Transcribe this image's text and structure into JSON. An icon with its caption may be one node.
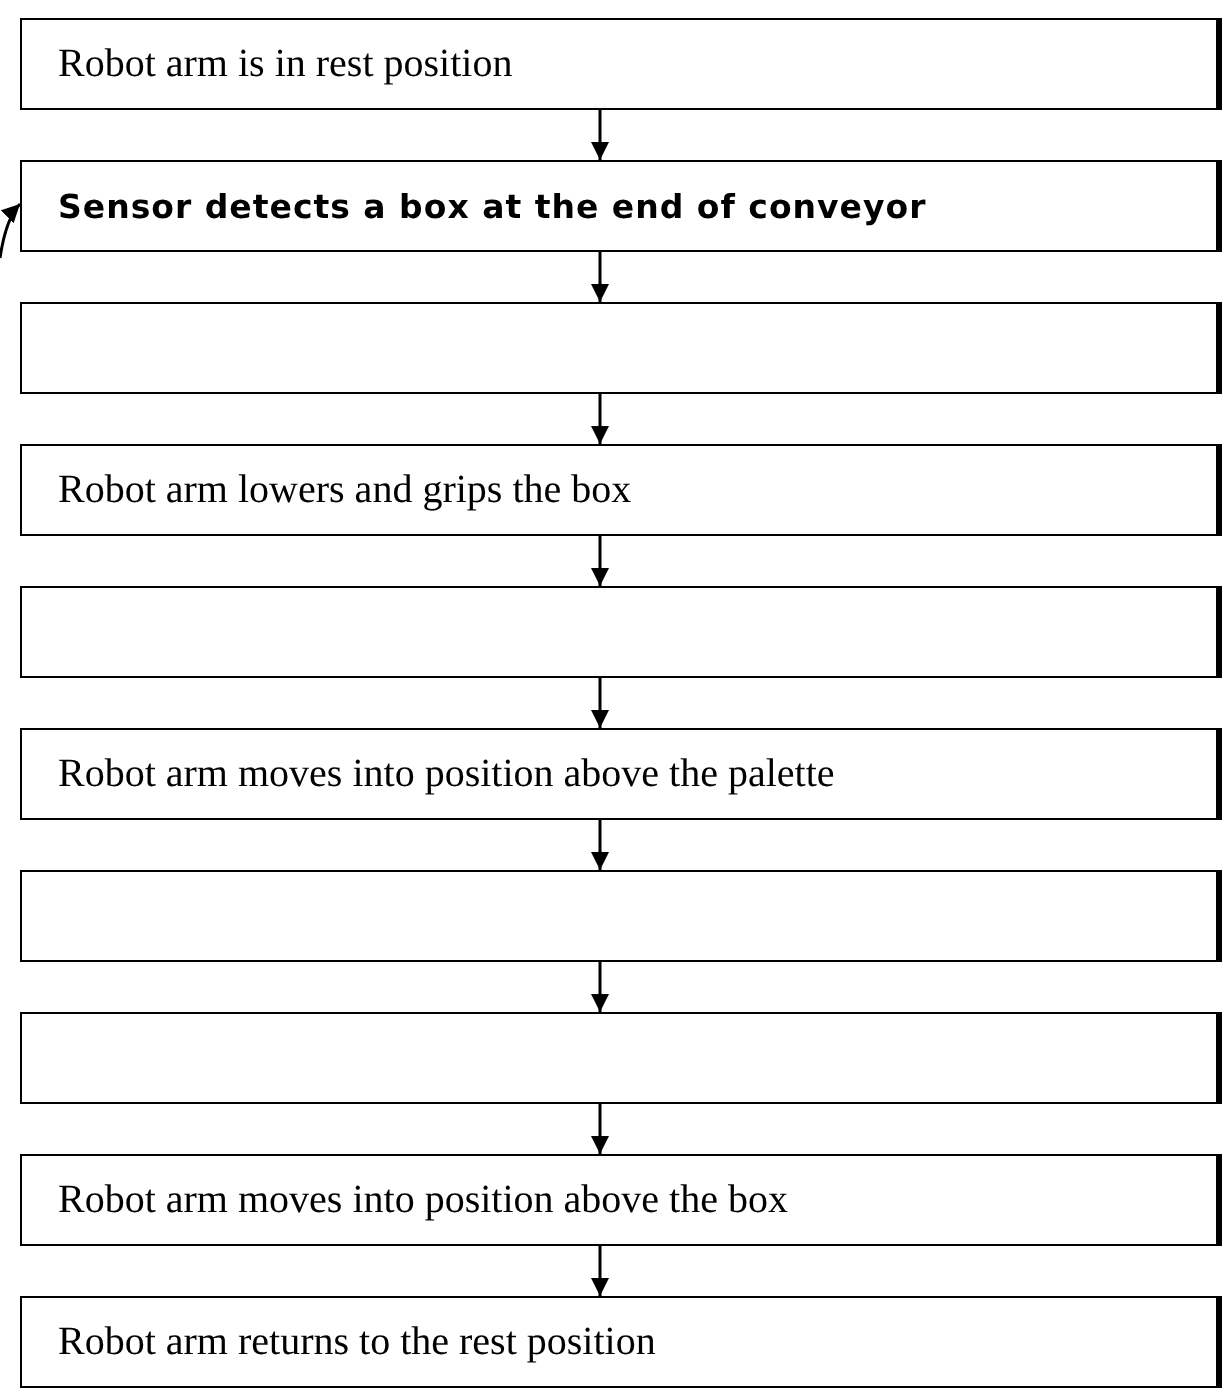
{
  "diagram": {
    "nodes": [
      {
        "text": [
          "Robot arm is in rest position"
        ]
      },
      {
        "text": [
          "Sensor detects a box at the end of conveyor"
        ]
      },
      {
        "text": [],
        "shape": "box"
      },
      {
        "text": [
          "Robot arm lowers and grips the box"
        ]
      },
      {
        "text": [],
        "shape": "box"
      },
      {
        "text": [
          "Robot arm moves into position above the palette"
        ]
      },
      {
        "text": [],
        "shape": "box"
      },
      {
        "text": [],
        "shape": "box"
      },
      {
        "text": [
          "Robot arm moves into position above the box"
        ]
      },
      {
        "text": [
          "Robot arm returns to the rest position"
        ]
      }
    ],
    "edges": [
      {
        "from": 0,
        "to": 1,
        "arrow": "to"
      },
      {
        "from": 1,
        "to": 2,
        "arrow": "to"
      },
      {
        "from": 2,
        "to": 3,
        "arrow": "to"
      },
      {
        "from": 3,
        "to": 4,
        "arrow": "to"
      },
      {
        "from": 4,
        "to": 5,
        "arrow": "to"
      },
      {
        "from": 5,
        "to": 6,
        "arrow": "to"
      },
      {
        "from": 6,
        "to": 7,
        "arrow": "to"
      },
      {
        "from": 7,
        "to": 8,
        "arrow": "to"
      },
      {
        "from": 8,
        "to": 9,
        "arrow": "to"
      },
      {
        "from": null,
        "to": 1,
        "arrow": "to"
      }
    ]
  }
}
